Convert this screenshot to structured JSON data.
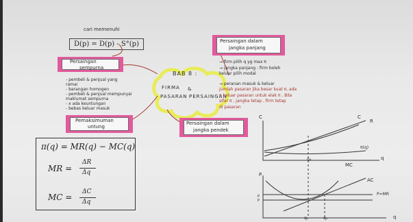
{
  "center_topic": {
    "line1": "BAB 8 :",
    "line2": "FIRMA & PASARAN PERSAINGAN",
    "line2a": "FIRMA",
    "line2b": "&",
    "line2c": "PASARAN",
    "line2d": "PERSAINGAN"
  },
  "top_note": {
    "caption": "cari memenuhi",
    "equation": "D(p) = D(p) - S°(p)"
  },
  "boxes": {
    "perfect": {
      "line1": "Persaingan",
      "line2": "sempurna"
    },
    "long_run": {
      "line1": "Persaingan dalam",
      "line2": "jangka panjang"
    },
    "profit_max": {
      "line1": "Pemaksimuman",
      "line2": "untung"
    },
    "short_run": {
      "line1": "Persaingan dalam",
      "line2": "jangka pendek"
    }
  },
  "perfect_list": [
    "- pembeli & penjual yang",
    "  ramai",
    "- barangan homogen",
    "- pembeli & penjual mempunyai",
    "  maklumat sempurna",
    "- x ada keuntungan",
    "- bebas keluar masuk"
  ],
  "long_run_list": [
    "→ firm pilih q yg max π",
    "→ jangka panjang : firm boleh",
    "  keluar pilih modal",
    "→ peranan masuk & keluar",
    "  jumlah pasaran jika besar kuat π, ada",
    "  n keluar pasaran untuk elak π . Bila",
    "  sifar π , jangka tetap , firm tetap",
    "  di pasaran"
  ],
  "formulas": {
    "profit": "π(q) = MR(q) − MC(q)",
    "mr_lhs": "MR =",
    "mr_num": "ΔR",
    "mr_den": "Δq",
    "mc_lhs": "MC =",
    "mc_num": "ΔC",
    "mc_den": "Δq"
  },
  "graph_top": {
    "y_axis": "C",
    "x_axis": "q",
    "curve_r": "R",
    "curve_c": "C",
    "curve_pi": "π(q)",
    "tick": "q₄"
  },
  "graph_bottom": {
    "y_axis": "P",
    "x_axis": "q",
    "curve_ac": "AC",
    "curve_mc": "MC",
    "price": "P=MR",
    "tick1": "q₃",
    "tick2": "q₄",
    "p1": "P",
    "p2": "P"
  },
  "colors": {
    "highlight": "#e25a9c",
    "yellow": "#e8ec5a",
    "ink_red": "#a6362e",
    "ink": "#2b2b2b"
  }
}
